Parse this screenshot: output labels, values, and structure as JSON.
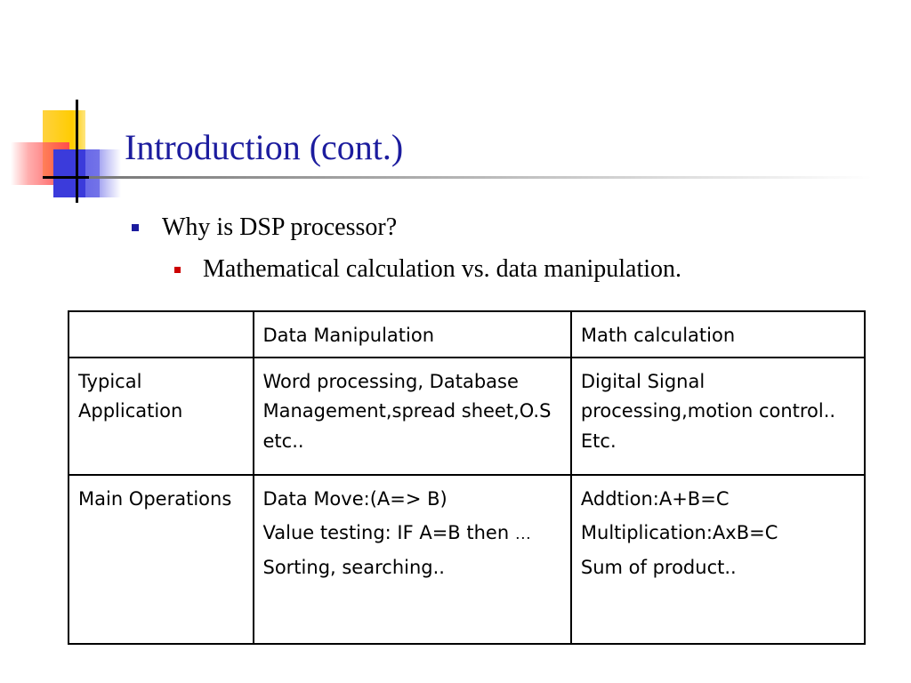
{
  "slide": {
    "title": "Introduction (cont.)",
    "bullet_level1": "Why is DSP processor?",
    "bullet_level2": "Mathematical calculation vs. data manipulation."
  },
  "table": {
    "header": [
      "",
      "Data Manipulation",
      "Math calculation"
    ],
    "typical": {
      "label": "Typical Application",
      "data_manipulation": "Word processing, Database Management,spread sheet,O.S etc..",
      "math_calculation": "Digital Signal processing,motion control.. Etc."
    },
    "operations": {
      "label": "Main Operations",
      "data_manipulation": [
        "Data Move:(A=> B)",
        "Value testing: IF A=B then",
        "…",
        "Sorting, searching.."
      ],
      "math_calculation": [
        "Addtion:A+B=C",
        "Multiplication:AxB=C",
        "Sum of product.."
      ]
    }
  }
}
